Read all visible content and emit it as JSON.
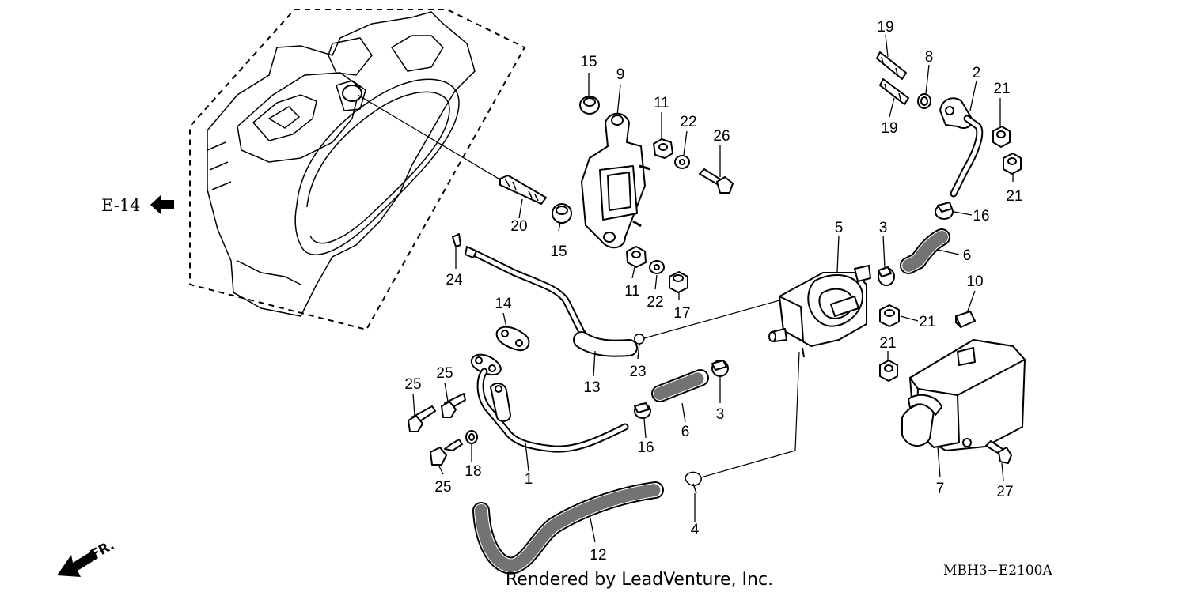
{
  "reference": {
    "text": "E-14"
  },
  "diagram_code": "MBH3−E2100A",
  "credit": "Rendered by LeadVenture, Inc.",
  "front_marker": "FR.",
  "callouts": [
    {
      "id": "c1",
      "text": "1"
    },
    {
      "id": "c2",
      "text": "2"
    },
    {
      "id": "c3a",
      "text": "3"
    },
    {
      "id": "c3b",
      "text": "3"
    },
    {
      "id": "c4",
      "text": "4"
    },
    {
      "id": "c5",
      "text": "5"
    },
    {
      "id": "c6a",
      "text": "6"
    },
    {
      "id": "c6b",
      "text": "6"
    },
    {
      "id": "c7",
      "text": "7"
    },
    {
      "id": "c8",
      "text": "8"
    },
    {
      "id": "c9",
      "text": "9"
    },
    {
      "id": "c10",
      "text": "10"
    },
    {
      "id": "c11a",
      "text": "11"
    },
    {
      "id": "c11b",
      "text": "11"
    },
    {
      "id": "c12",
      "text": "12"
    },
    {
      "id": "c13",
      "text": "13"
    },
    {
      "id": "c14",
      "text": "14"
    },
    {
      "id": "c15a",
      "text": "15"
    },
    {
      "id": "c15b",
      "text": "15"
    },
    {
      "id": "c16a",
      "text": "16"
    },
    {
      "id": "c16b",
      "text": "16"
    },
    {
      "id": "c17",
      "text": "17"
    },
    {
      "id": "c18",
      "text": "18"
    },
    {
      "id": "c19a",
      "text": "19"
    },
    {
      "id": "c19b",
      "text": "19"
    },
    {
      "id": "c20",
      "text": "20"
    },
    {
      "id": "c21a",
      "text": "21"
    },
    {
      "id": "c21b",
      "text": "21"
    },
    {
      "id": "c21c",
      "text": "21"
    },
    {
      "id": "c21d",
      "text": "21"
    },
    {
      "id": "c22a",
      "text": "22"
    },
    {
      "id": "c22b",
      "text": "22"
    },
    {
      "id": "c23",
      "text": "23"
    },
    {
      "id": "c24",
      "text": "24"
    },
    {
      "id": "c25a",
      "text": "25"
    },
    {
      "id": "c25b",
      "text": "25"
    },
    {
      "id": "c25c",
      "text": "25"
    },
    {
      "id": "c26",
      "text": "26"
    },
    {
      "id": "c27",
      "text": "27"
    }
  ]
}
